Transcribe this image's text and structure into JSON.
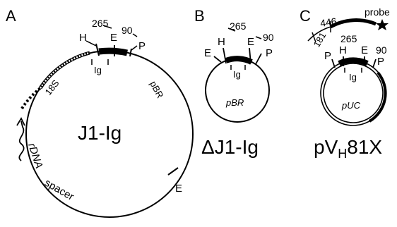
{
  "panels": {
    "a": {
      "letter": "A",
      "plasmid_name": "J1-Ig",
      "insert_label": "Ig",
      "labels": {
        "h": "H",
        "e_top": "E",
        "p": "P",
        "e_right": "E",
        "n265": "265",
        "n90": "90",
        "s18": "18S",
        "pbr": "pBR",
        "rdna": "rDNA",
        "spacer": "spacer"
      }
    },
    "b": {
      "letter": "B",
      "plasmid_name": "ΔJ1-Ig",
      "insert_label": "Ig",
      "vector_label": "pBR",
      "labels": {
        "h": "H",
        "e_left": "E",
        "e_right": "E",
        "p": "P",
        "n265": "265",
        "n90": "90"
      }
    },
    "c": {
      "letter": "C",
      "plasmid_name_main": "pV",
      "plasmid_name_sub": "H",
      "plasmid_name_tail": "81X",
      "insert_label": "Ig",
      "vector_label": "pUC",
      "labels": {
        "p_left": "P",
        "h": "H",
        "e": "E",
        "p_right": "P",
        "n265": "265",
        "n90": "90",
        "n446": "446",
        "n181": "181",
        "probe": "probe"
      }
    }
  }
}
